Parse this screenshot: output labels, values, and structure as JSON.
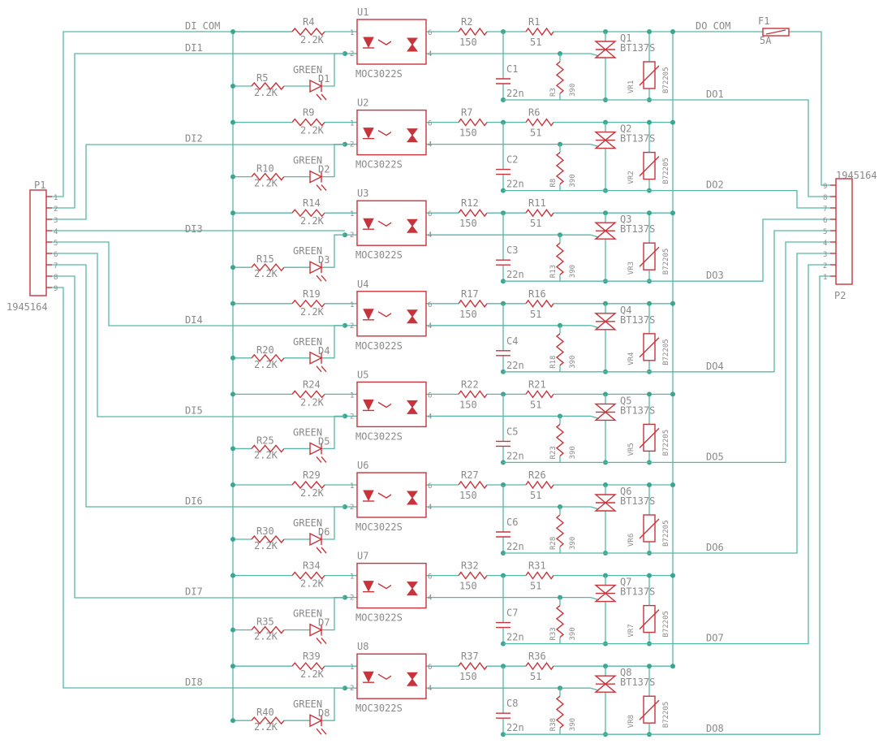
{
  "left_connector": {
    "name": "P1",
    "part": "1945164",
    "pins": [
      "1",
      "2",
      "3",
      "4",
      "5",
      "6",
      "7",
      "8",
      "9"
    ]
  },
  "right_connector": {
    "name": "P2",
    "part": "1945164",
    "pins": [
      "9",
      "8",
      "7",
      "6",
      "5",
      "4",
      "3",
      "2",
      "1"
    ]
  },
  "nets": {
    "di_com": "DI_COM",
    "do_com": "DO_COM"
  },
  "fuse": {
    "name": "F1",
    "value": "5A"
  },
  "channels": [
    {
      "u": "U1",
      "ri": "R4",
      "rl": "R5",
      "d": "D1",
      "r150": "R2",
      "r51": "R1",
      "r390": "R3",
      "c": "C1",
      "q": "Q1",
      "vr": "VR1",
      "di": "DI1",
      "do": "DO1"
    },
    {
      "u": "U2",
      "ri": "R9",
      "rl": "R10",
      "d": "D2",
      "r150": "R7",
      "r51": "R6",
      "r390": "R8",
      "c": "C2",
      "q": "Q2",
      "vr": "VR2",
      "di": "DI2",
      "do": "DO2"
    },
    {
      "u": "U3",
      "ri": "R14",
      "rl": "R15",
      "d": "D3",
      "r150": "R12",
      "r51": "R11",
      "r390": "R13",
      "c": "C3",
      "q": "Q3",
      "vr": "VR3",
      "di": "DI3",
      "do": "DO3"
    },
    {
      "u": "U4",
      "ri": "R19",
      "rl": "R20",
      "d": "D4",
      "r150": "R17",
      "r51": "R16",
      "r390": "R18",
      "c": "C4",
      "q": "Q4",
      "vr": "VR4",
      "di": "DI4",
      "do": "DO4"
    },
    {
      "u": "U5",
      "ri": "R24",
      "rl": "R25",
      "d": "D5",
      "r150": "R22",
      "r51": "R21",
      "r390": "R23",
      "c": "C5",
      "q": "Q5",
      "vr": "VR5",
      "di": "DI5",
      "do": "DO5"
    },
    {
      "u": "U6",
      "ri": "R29",
      "rl": "R30",
      "d": "D6",
      "r150": "R27",
      "r51": "R26",
      "r390": "R28",
      "c": "C6",
      "q": "Q6",
      "vr": "VR6",
      "di": "DI6",
      "do": "DO6"
    },
    {
      "u": "U7",
      "ri": "R34",
      "rl": "R35",
      "d": "D7",
      "r150": "R32",
      "r51": "R31",
      "r390": "R33",
      "c": "C7",
      "q": "Q7",
      "vr": "VR7",
      "di": "DI7",
      "do": "DO7"
    },
    {
      "u": "U8",
      "ri": "R39",
      "rl": "R40",
      "d": "D8",
      "r150": "R37",
      "r51": "R36",
      "r390": "R38",
      "c": "C8",
      "q": "Q8",
      "vr": "VR8",
      "di": "DI8",
      "do": "DO8"
    }
  ],
  "values": {
    "input_resistor": "2.2K",
    "led_resistor": "2.2K",
    "led_color": "GREEN",
    "optocoupler": "MOC3022S",
    "opto_pins": {
      "anode": "1",
      "cathode": "2",
      "main": "6",
      "gate": "4"
    },
    "snubber_resistor": "150",
    "gate_resistor": "51",
    "bleed_resistor": "390",
    "capacitor": "22n",
    "triac": "BT137S",
    "varistor": "B72205"
  },
  "colors": {
    "wire": "#58b6a8",
    "component": "#c8343c",
    "label": "#8a8a8a",
    "junction": "#3aa690"
  }
}
